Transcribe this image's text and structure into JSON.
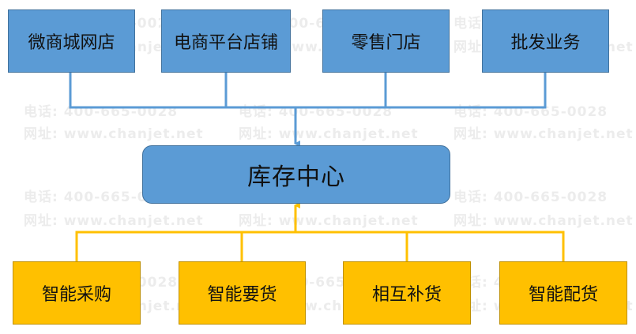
{
  "top_sources": [
    {
      "label": "微商城网店"
    },
    {
      "label": "电商平台店铺"
    },
    {
      "label": "零售门店"
    },
    {
      "label": "批发业务"
    }
  ],
  "center": {
    "label": "库存中心"
  },
  "bottom_sources": [
    {
      "label": "智能采购"
    },
    {
      "label": "智能要货"
    },
    {
      "label": "相互补货"
    },
    {
      "label": "智能配货"
    }
  ],
  "watermark": {
    "phone": "电话: 400-665-0028",
    "site": "网址: www.chanjet.net"
  },
  "colors": {
    "blue_box": "#5b9bd5",
    "gold_box": "#ffc000",
    "blue_line": "#5b9bd5",
    "gold_line": "#ffc000"
  }
}
